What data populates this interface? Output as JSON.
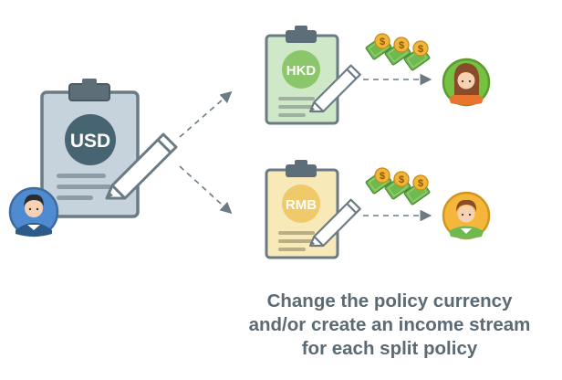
{
  "source_policy": {
    "currency": "USD",
    "colors": {
      "paper": "#c7d3dc",
      "clip": "#5e6e79",
      "badge": "#476473",
      "outline": "#6b7b86"
    }
  },
  "split_policies": [
    {
      "currency": "HKD",
      "colors": {
        "paper": "#cfe9c8",
        "clip": "#5e6e79",
        "badge": "#8cc66b"
      },
      "recipient": {
        "avatar": "woman-avatar-icon",
        "ring_color": "#76c142"
      }
    },
    {
      "currency": "RMB",
      "colors": {
        "paper": "#f8e9b8",
        "clip": "#5e6e79",
        "badge": "#f0c96a"
      },
      "recipient": {
        "avatar": "man-avatar-icon",
        "ring_color": "#f5b73b"
      }
    }
  ],
  "policyholder": {
    "avatar": "man-avatar-icon",
    "ring_color": "#4f8bd1"
  },
  "money_color": "#6fba4f",
  "coin_color": "#f3b43a",
  "caption": {
    "lines": [
      "Change the policy currency",
      "and/or create an income stream",
      "for each split policy"
    ]
  }
}
